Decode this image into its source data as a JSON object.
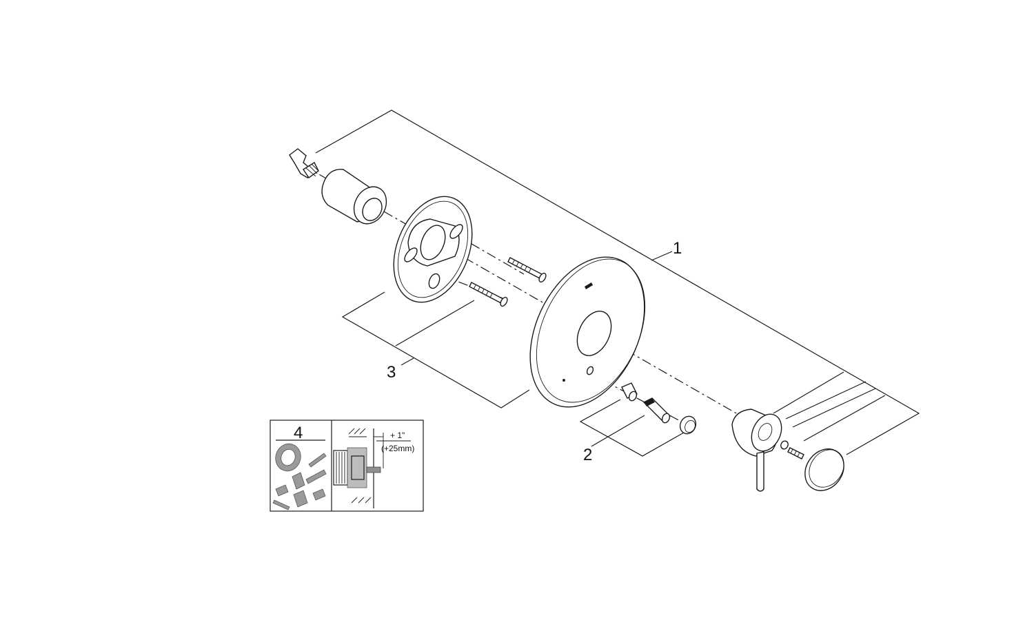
{
  "callouts": {
    "c1": "1",
    "c2": "2",
    "c3": "3",
    "c4": "4"
  },
  "inset": {
    "dimension": "+ 1\"",
    "dimension_metric": "(+25mm)"
  }
}
